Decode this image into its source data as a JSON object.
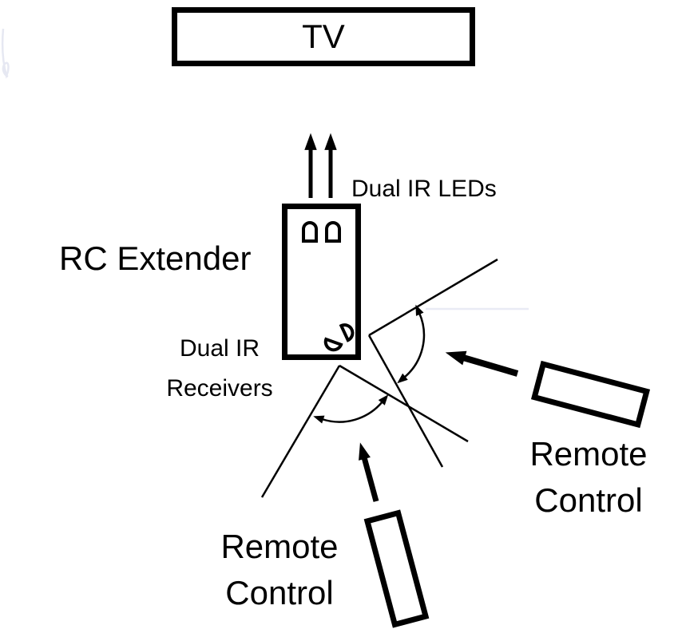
{
  "diagram": {
    "tv_label": "TV",
    "rc_extender_label": "RC Extender",
    "dual_ir_leds_label": "Dual IR LEDs",
    "dual_ir_receivers_label": {
      "line1": "Dual IR",
      "line2": "Receivers"
    },
    "remote_right": {
      "line1": "Remote",
      "line2": "Control"
    },
    "remote_bottom": {
      "line1": "Remote",
      "line2": "Control"
    },
    "colors": {
      "ink": "#000000",
      "background": "#ffffff",
      "faint_artifact_line": "#e9ebf5",
      "pen_artifact": "#e6e8f2"
    }
  }
}
